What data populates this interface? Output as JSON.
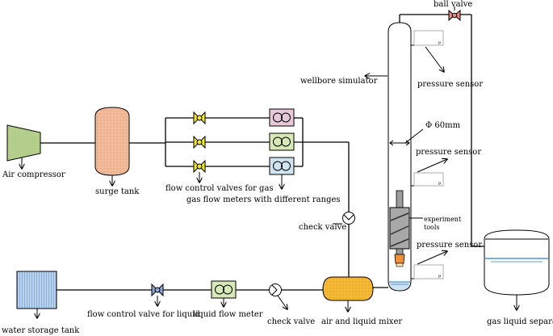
{
  "labels": {
    "air_compressor": "Air compressor",
    "surge_tank": "surge tank",
    "flow_control_gas": "flow control valves for gas",
    "gas_flow_meters": "gas flow meters with different ranges",
    "check_valve_gas": "check valve",
    "water_storage_tank": "water storage tank",
    "flow_control_liquid": "flow control valve for liquid",
    "liquid_flow_meter": "liquid flow meter",
    "check_valve_liquid": "check valve",
    "air_liquid_mixer": "air and liquid mixer",
    "wellbore_simulator": "wellbore simulator",
    "ball_valve": "ball valve",
    "pressure_sensor_1": "pressure sensor",
    "pressure_sensor_2": "pressure sensor",
    "pressure_sensor_3": "pressure sensor",
    "diameter": "Φ 60mm",
    "experiment_tools_1": "experiment",
    "experiment_tools_2": "tools",
    "gas_liquid_separator": "gas liquid separator",
    "sensor_p": "p"
  },
  "colors": {
    "compressor": "#b5cf8c",
    "surge_tank": "#f2bc9a",
    "gas_valve": "#f5ea2a",
    "gas_meter_1": "#e6c9d9",
    "gas_meter_2": "#d7e9b6",
    "gas_meter_3": "#cfe3f0",
    "liquid_valve": "#8ea6d6",
    "liquid_meter": "#d7e9b6",
    "mixer": "#f5b935",
    "water_tank": "#a9c7e8",
    "tool": "#9c9c9c",
    "tool_bit": "#f08f3a",
    "water_line": "#2e7fc7",
    "ball_valve": "#e88888"
  }
}
